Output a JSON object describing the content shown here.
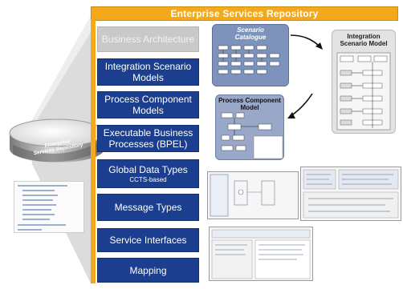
{
  "header": {
    "title": "Enterprise Services Repository"
  },
  "repository": {
    "label_line1": "Enterprise",
    "label_line2": "Services Repository"
  },
  "categories": [
    {
      "label": "Business Architecture",
      "dimmed": true
    },
    {
      "label": "Integration Scenario Models"
    },
    {
      "label": "Process Component Models"
    },
    {
      "label": "Executable Business Processes (BPEL)"
    },
    {
      "label": "Global Data Types",
      "sublabel": "CCTS-based"
    },
    {
      "label": "Message Types"
    },
    {
      "label": "Service Interfaces"
    },
    {
      "label": "Mapping"
    }
  ],
  "panels": {
    "scenario_catalogue": {
      "title_line1": "Scenario",
      "title_line2": "Catalogue"
    },
    "integration_scenario_model": {
      "title_line1": "Integration",
      "title_line2": "Scenario Model"
    },
    "process_component_model": {
      "title_line1": "Process Component",
      "title_line2": "Model"
    }
  },
  "colors": {
    "header": "#f4a81c",
    "category_active": "#1b3e8e",
    "category_dimmed": "#c9c9c9",
    "catalogue_bg": "#7d93bb",
    "model_bg": "#e3e3e3",
    "slate": "#99a8c9",
    "arrow": "#111111"
  },
  "icons": [
    "repository-drum-icon",
    "curved-arrow-icon"
  ]
}
